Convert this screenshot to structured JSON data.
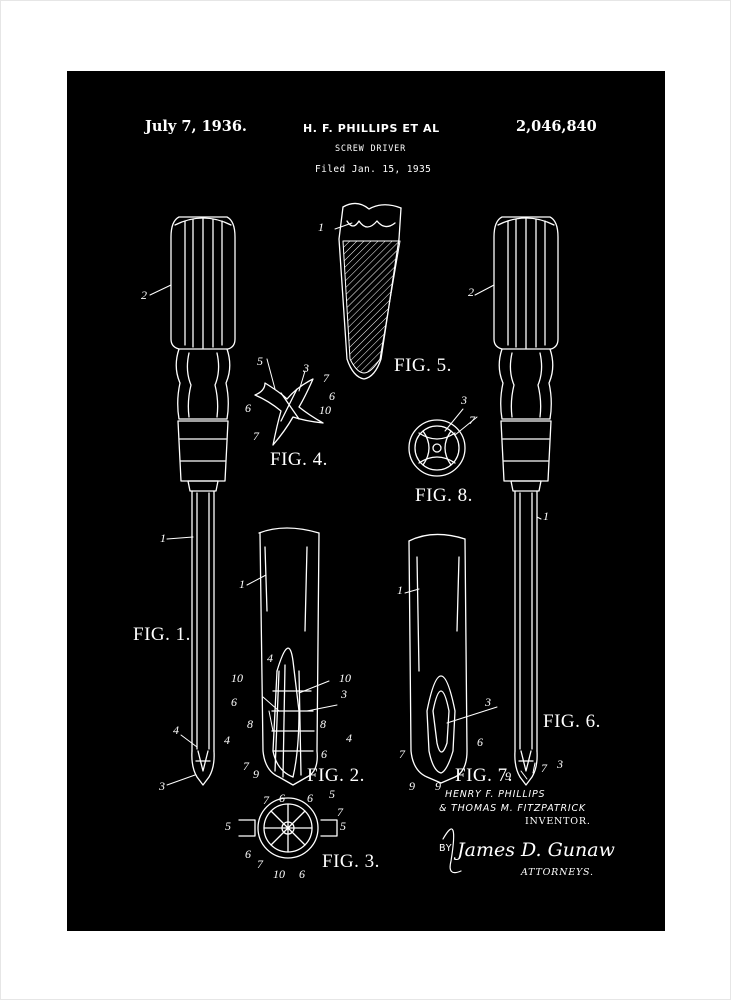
{
  "header": {
    "date": "July 7, 1936.",
    "inventors": "H. F. PHILLIPS ET AL",
    "title": "SCREW DRIVER",
    "filed": "Filed Jan. 15, 1935",
    "patent_number": "2,046,840"
  },
  "figures": {
    "fig1": "FIG. 1.",
    "fig2": "FIG. 2.",
    "fig3": "FIG. 3.",
    "fig4": "FIG. 4.",
    "fig5": "FIG. 5.",
    "fig6": "FIG. 6.",
    "fig7": "FIG. 7.",
    "fig8": "FIG. 8."
  },
  "callouts": {
    "n1": "1",
    "n2": "2",
    "n3": "3",
    "n4": "4",
    "n5": "5",
    "n6": "6",
    "n7": "7",
    "n8": "8",
    "n9": "9",
    "n10": "10"
  },
  "inventor_block": {
    "line1": "HENRY F. PHILLIPS",
    "line2": "THOMAS M. FITZPATRICK",
    "line2_prefix": "&",
    "role": "INVENTOR.",
    "by": "BY",
    "signature": "James D. Gunaw",
    "attorneys": "ATTORNEYS."
  },
  "colors": {
    "frame": "#ffffff",
    "sheet": "#000000",
    "ink": "#ffffff"
  }
}
